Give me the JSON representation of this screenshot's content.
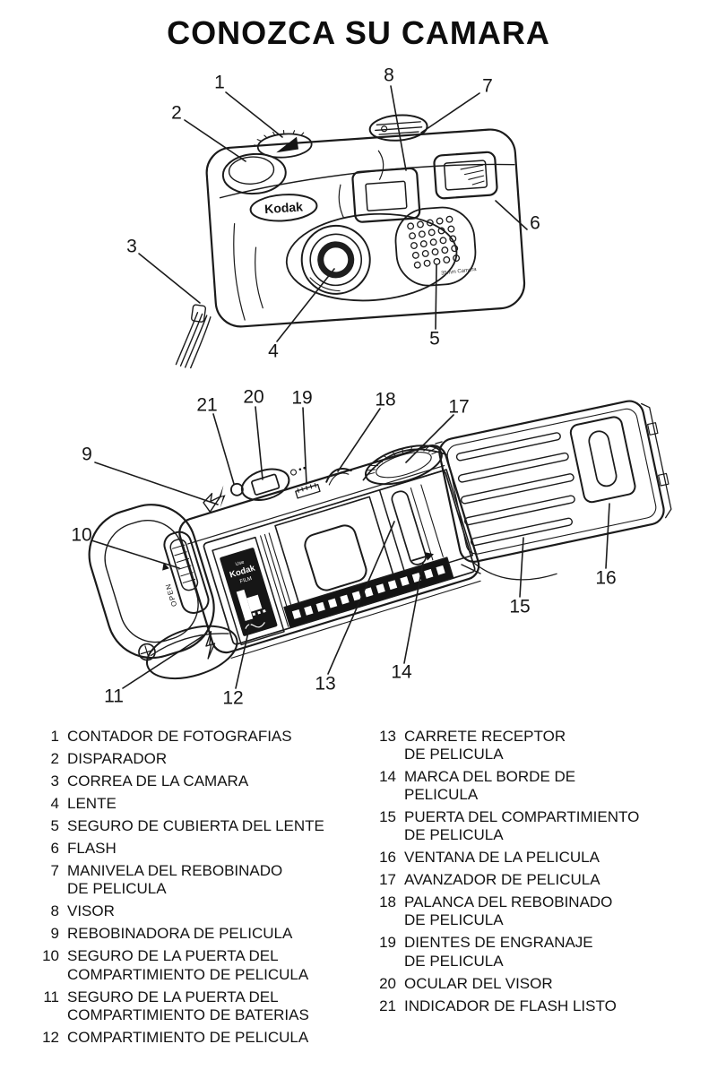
{
  "title": "CONOZCA SU CAMARA",
  "front_diagram": {
    "brand_logo": "Kodak",
    "model_caption": "35mm Camera",
    "callouts": [
      "1",
      "2",
      "3",
      "4",
      "5",
      "6",
      "7",
      "8"
    ]
  },
  "back_diagram": {
    "latch_label": "OPEN",
    "film_label": {
      "line1": "Use",
      "line2": "Kodak",
      "line3": "FILM"
    },
    "callouts": [
      "9",
      "10",
      "11",
      "12",
      "13",
      "14",
      "15",
      "16",
      "17",
      "18",
      "19",
      "20",
      "21"
    ]
  },
  "legend": {
    "left": [
      {
        "num": "1",
        "label": "CONTADOR DE FOTOGRAFIAS"
      },
      {
        "num": "2",
        "label": "DISPARADOR"
      },
      {
        "num": "3",
        "label": "CORREA DE LA CAMARA"
      },
      {
        "num": "4",
        "label": "LENTE"
      },
      {
        "num": "5",
        "label": "SEGURO DE CUBIERTA DEL LENTE"
      },
      {
        "num": "6",
        "label": "FLASH"
      },
      {
        "num": "7",
        "label": "MANIVELA DEL REBOBINADO\nDE PELICULA"
      },
      {
        "num": "8",
        "label": "VISOR"
      },
      {
        "num": "9",
        "label": "REBOBINADORA DE PELICULA"
      },
      {
        "num": "10",
        "label": "SEGURO DE LA PUERTA DEL\nCOMPARTIMIENTO DE PELICULA"
      },
      {
        "num": "11",
        "label": "SEGURO DE LA PUERTA DEL\nCOMPARTIMIENTO DE BATERIAS"
      },
      {
        "num": "12",
        "label": "COMPARTIMIENTO DE PELICULA"
      }
    ],
    "right": [
      {
        "num": "13",
        "label": "CARRETE RECEPTOR\nDE PELICULA"
      },
      {
        "num": "14",
        "label": "MARCA DEL BORDE DE\nPELICULA"
      },
      {
        "num": "15",
        "label": "PUERTA DEL COMPARTIMIENTO\nDE PELICULA"
      },
      {
        "num": "16",
        "label": "VENTANA DE LA PELICULA"
      },
      {
        "num": "17",
        "label": "AVANZADOR DE PELICULA"
      },
      {
        "num": "18",
        "label": "PALANCA DEL REBOBINADO\nDE PELICULA"
      },
      {
        "num": "19",
        "label": "DIENTES DE ENGRANAJE\nDE PELICULA"
      },
      {
        "num": "20",
        "label": "OCULAR DEL VISOR"
      },
      {
        "num": "21",
        "label": "INDICADOR DE FLASH LISTO"
      }
    ]
  }
}
